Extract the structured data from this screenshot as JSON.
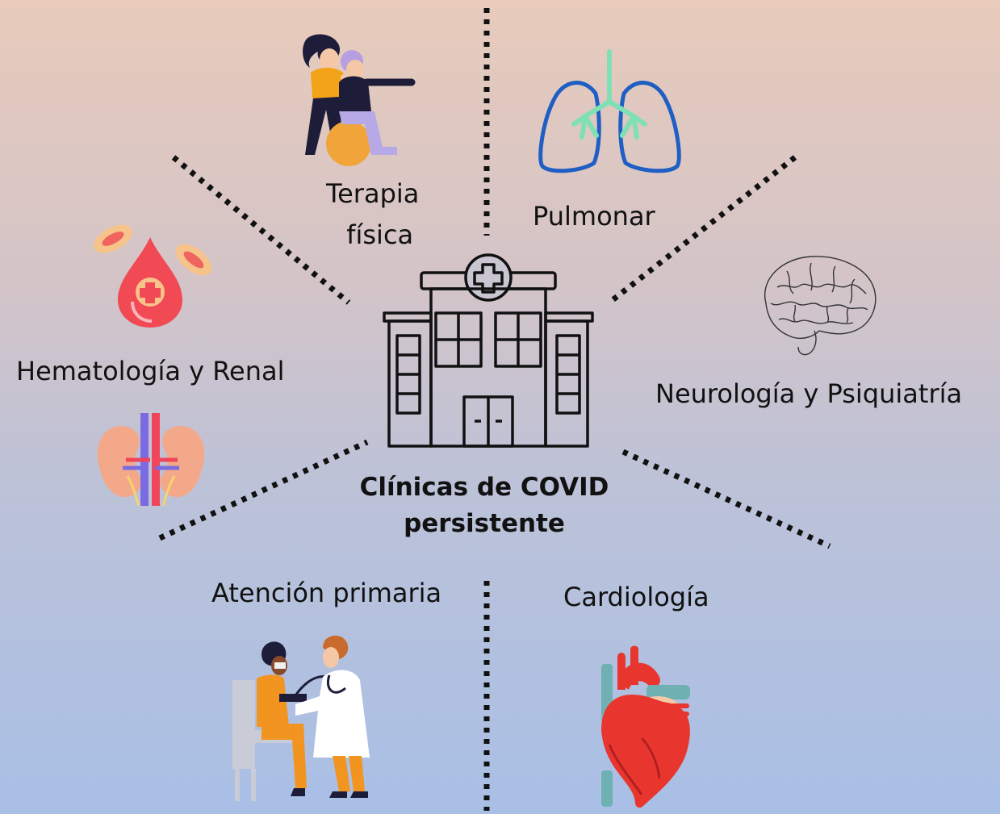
{
  "center": {
    "title_line1": "Clínicas de COVID",
    "title_line2": "persistente",
    "icon": "hospital-icon"
  },
  "specialties": [
    {
      "label_line1": "Terapia",
      "label_line2": "física",
      "icon": "physical-therapy-icon"
    },
    {
      "label": "Pulmonar",
      "icon": "lungs-icon"
    },
    {
      "label": "Neurología y Psiquiatría",
      "icon": "brain-icon"
    },
    {
      "label": "Cardiología",
      "icon": "heart-icon"
    },
    {
      "label": "Atención primaria",
      "icon": "doctor-patient-icon"
    },
    {
      "label": "Hematología y Renal",
      "icon": "blood-drop-icon",
      "icon2": "kidneys-icon"
    }
  ],
  "colors": {
    "background_top": "#e8cbbb",
    "background_bottom": "#a9bfe6",
    "separator": "#111111",
    "lungs_outline": "#1f5fc4",
    "airways": "#7fe0b5",
    "blood": "#f24a55",
    "heart": "#e8362f"
  }
}
